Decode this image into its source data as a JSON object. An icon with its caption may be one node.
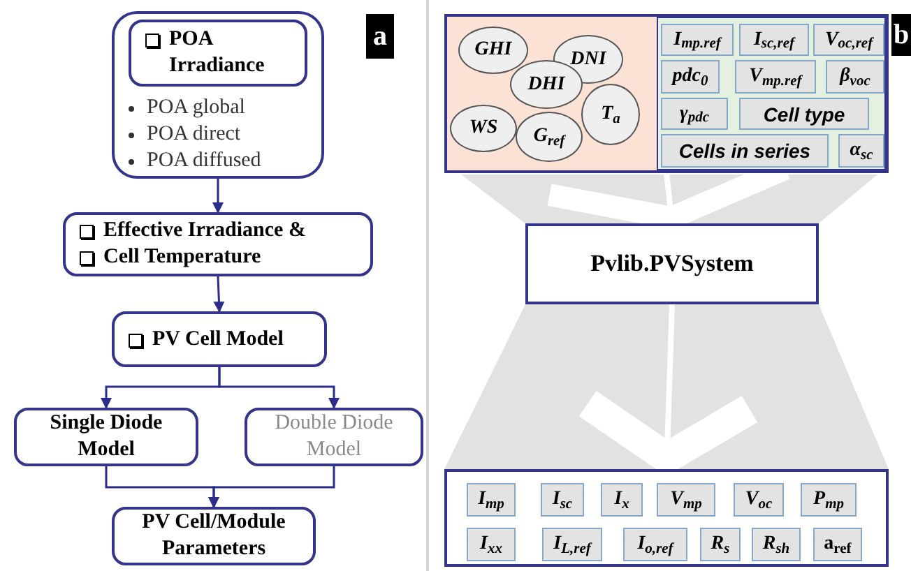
{
  "diagram": {
    "nodes": [
      {
        "text": [
          "POA global",
          "POA direct",
          "POA diffused"
        ]
      },
      {
        "text": [
          "POA Irradiance"
        ],
        "in": 0
      },
      {
        "text": [
          "Effective Irradiance &",
          "Cell Temperature"
        ]
      },
      {
        "text": [
          "PV Cell Model"
        ]
      },
      {
        "text": [
          "Single Diode Model"
        ]
      },
      {
        "text": [
          "Double Diode Model"
        ]
      },
      {
        "text": [
          "PV Cell/Module Parameters"
        ]
      },
      {
        "text": [],
        "shape": "box"
      },
      {
        "text": [],
        "shape": "box",
        "in": 7
      },
      {
        "text": [],
        "shape": "box",
        "in": 7
      },
      {
        "text": [
          "GHI"
        ],
        "in": 8
      },
      {
        "text": [
          "DNI"
        ],
        "in": 8
      },
      {
        "text": [
          "DHI"
        ],
        "in": 8
      },
      {
        "text": [
          "T$_{a}$"
        ],
        "in": 8
      },
      {
        "text": [
          "WS"
        ],
        "in": 8
      },
      {
        "text": [
          "G$_{ref}$"
        ],
        "in": 8
      },
      {
        "text": [
          "I$_{mp.ref}$"
        ],
        "in": 9
      },
      {
        "text": [
          "I$_{sc,ref}$"
        ],
        "in": 9
      },
      {
        "text": [
          "V$_{oc,ref}$"
        ],
        "in": 9
      },
      {
        "text": [
          "pdc$_{0}$"
        ],
        "in": 9
      },
      {
        "text": [
          "V$_{mp.ref}$"
        ],
        "in": 9
      },
      {
        "text": [
          "β$_{voc}$"
        ],
        "in": 9
      },
      {
        "text": [
          "γ$_{pdc}$"
        ],
        "in": 9
      },
      {
        "text": [
          "Cell type"
        ],
        "in": 9
      },
      {
        "text": [
          "Cells in series"
        ],
        "in": 9
      },
      {
        "text": [
          "α$_{sc}$"
        ],
        "in": 9
      },
      {
        "text": [
          "Pvlib.PVSystem"
        ]
      },
      {
        "text": [],
        "shape": "box"
      },
      {
        "text": [
          "I$_{mp}$"
        ],
        "in": 27
      },
      {
        "text": [
          "I$_{sc}$"
        ],
        "in": 27
      },
      {
        "text": [
          "I$_{x}$"
        ],
        "in": 27
      },
      {
        "text": [
          "V$_{mp}$"
        ],
        "in": 27
      },
      {
        "text": [
          "V$_{oc}$"
        ],
        "in": 27
      },
      {
        "text": [
          "P$_{mp}$"
        ],
        "in": 27
      },
      {
        "text": [
          "I$_{xx}$"
        ],
        "in": 27
      },
      {
        "text": [
          "I$_{L,ref}$"
        ],
        "in": 27
      },
      {
        "text": [
          "I$_{o,ref}$"
        ],
        "in": 27
      },
      {
        "text": [
          "R$_{s}$"
        ],
        "in": 27
      },
      {
        "text": [
          "R$_{sh}$"
        ],
        "in": 27
      },
      {
        "text": [
          "a$_{ref}$"
        ],
        "in": 27
      }
    ],
    "edges": [
      {
        "from": 0,
        "to": 2,
        "arrow": "to"
      },
      {
        "from": 2,
        "to": 3,
        "arrow": "to"
      },
      {
        "from": 3,
        "to": 4,
        "arrow": "to"
      },
      {
        "from": 3,
        "to": 5,
        "arrow": "to"
      },
      {
        "from": 4,
        "to": 6,
        "arrow": "to"
      },
      {
        "from": 5,
        "to": 6,
        "arrow": "to"
      },
      {
        "from": 7,
        "to": 26,
        "arrow": "to",
        "style": "thick",
        "color": "#ffffff"
      },
      {
        "from": 26,
        "to": 27,
        "arrow": "to",
        "style": "thick",
        "color": "#ffffff"
      }
    ],
    "labels": [
      "a",
      "b"
    ]
  }
}
